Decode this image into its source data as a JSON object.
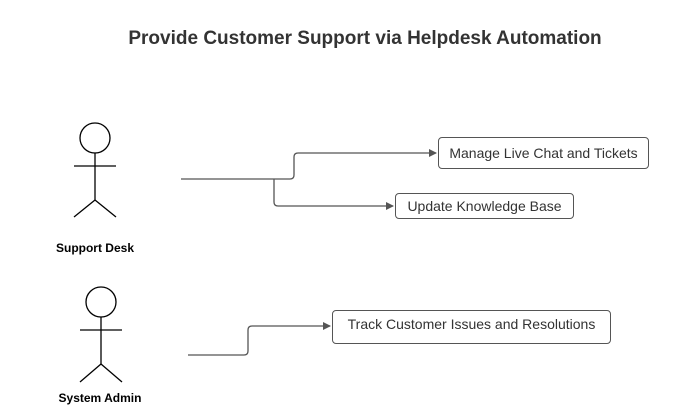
{
  "diagram": {
    "title": "Provide Customer Support via Helpdesk Automation",
    "actors": [
      {
        "name": "Support Desk"
      },
      {
        "name": "System Admin"
      }
    ],
    "use_cases": [
      {
        "label": "Manage Live Chat and Tickets",
        "actor": "Support Desk"
      },
      {
        "label": "Update Knowledge Base",
        "actor": "Support Desk"
      },
      {
        "label": "Track Customer Issues and Resolutions",
        "actor": "System Admin"
      }
    ],
    "colors": {
      "title": "#333333",
      "lines": "#555555",
      "text": "#333333"
    }
  }
}
